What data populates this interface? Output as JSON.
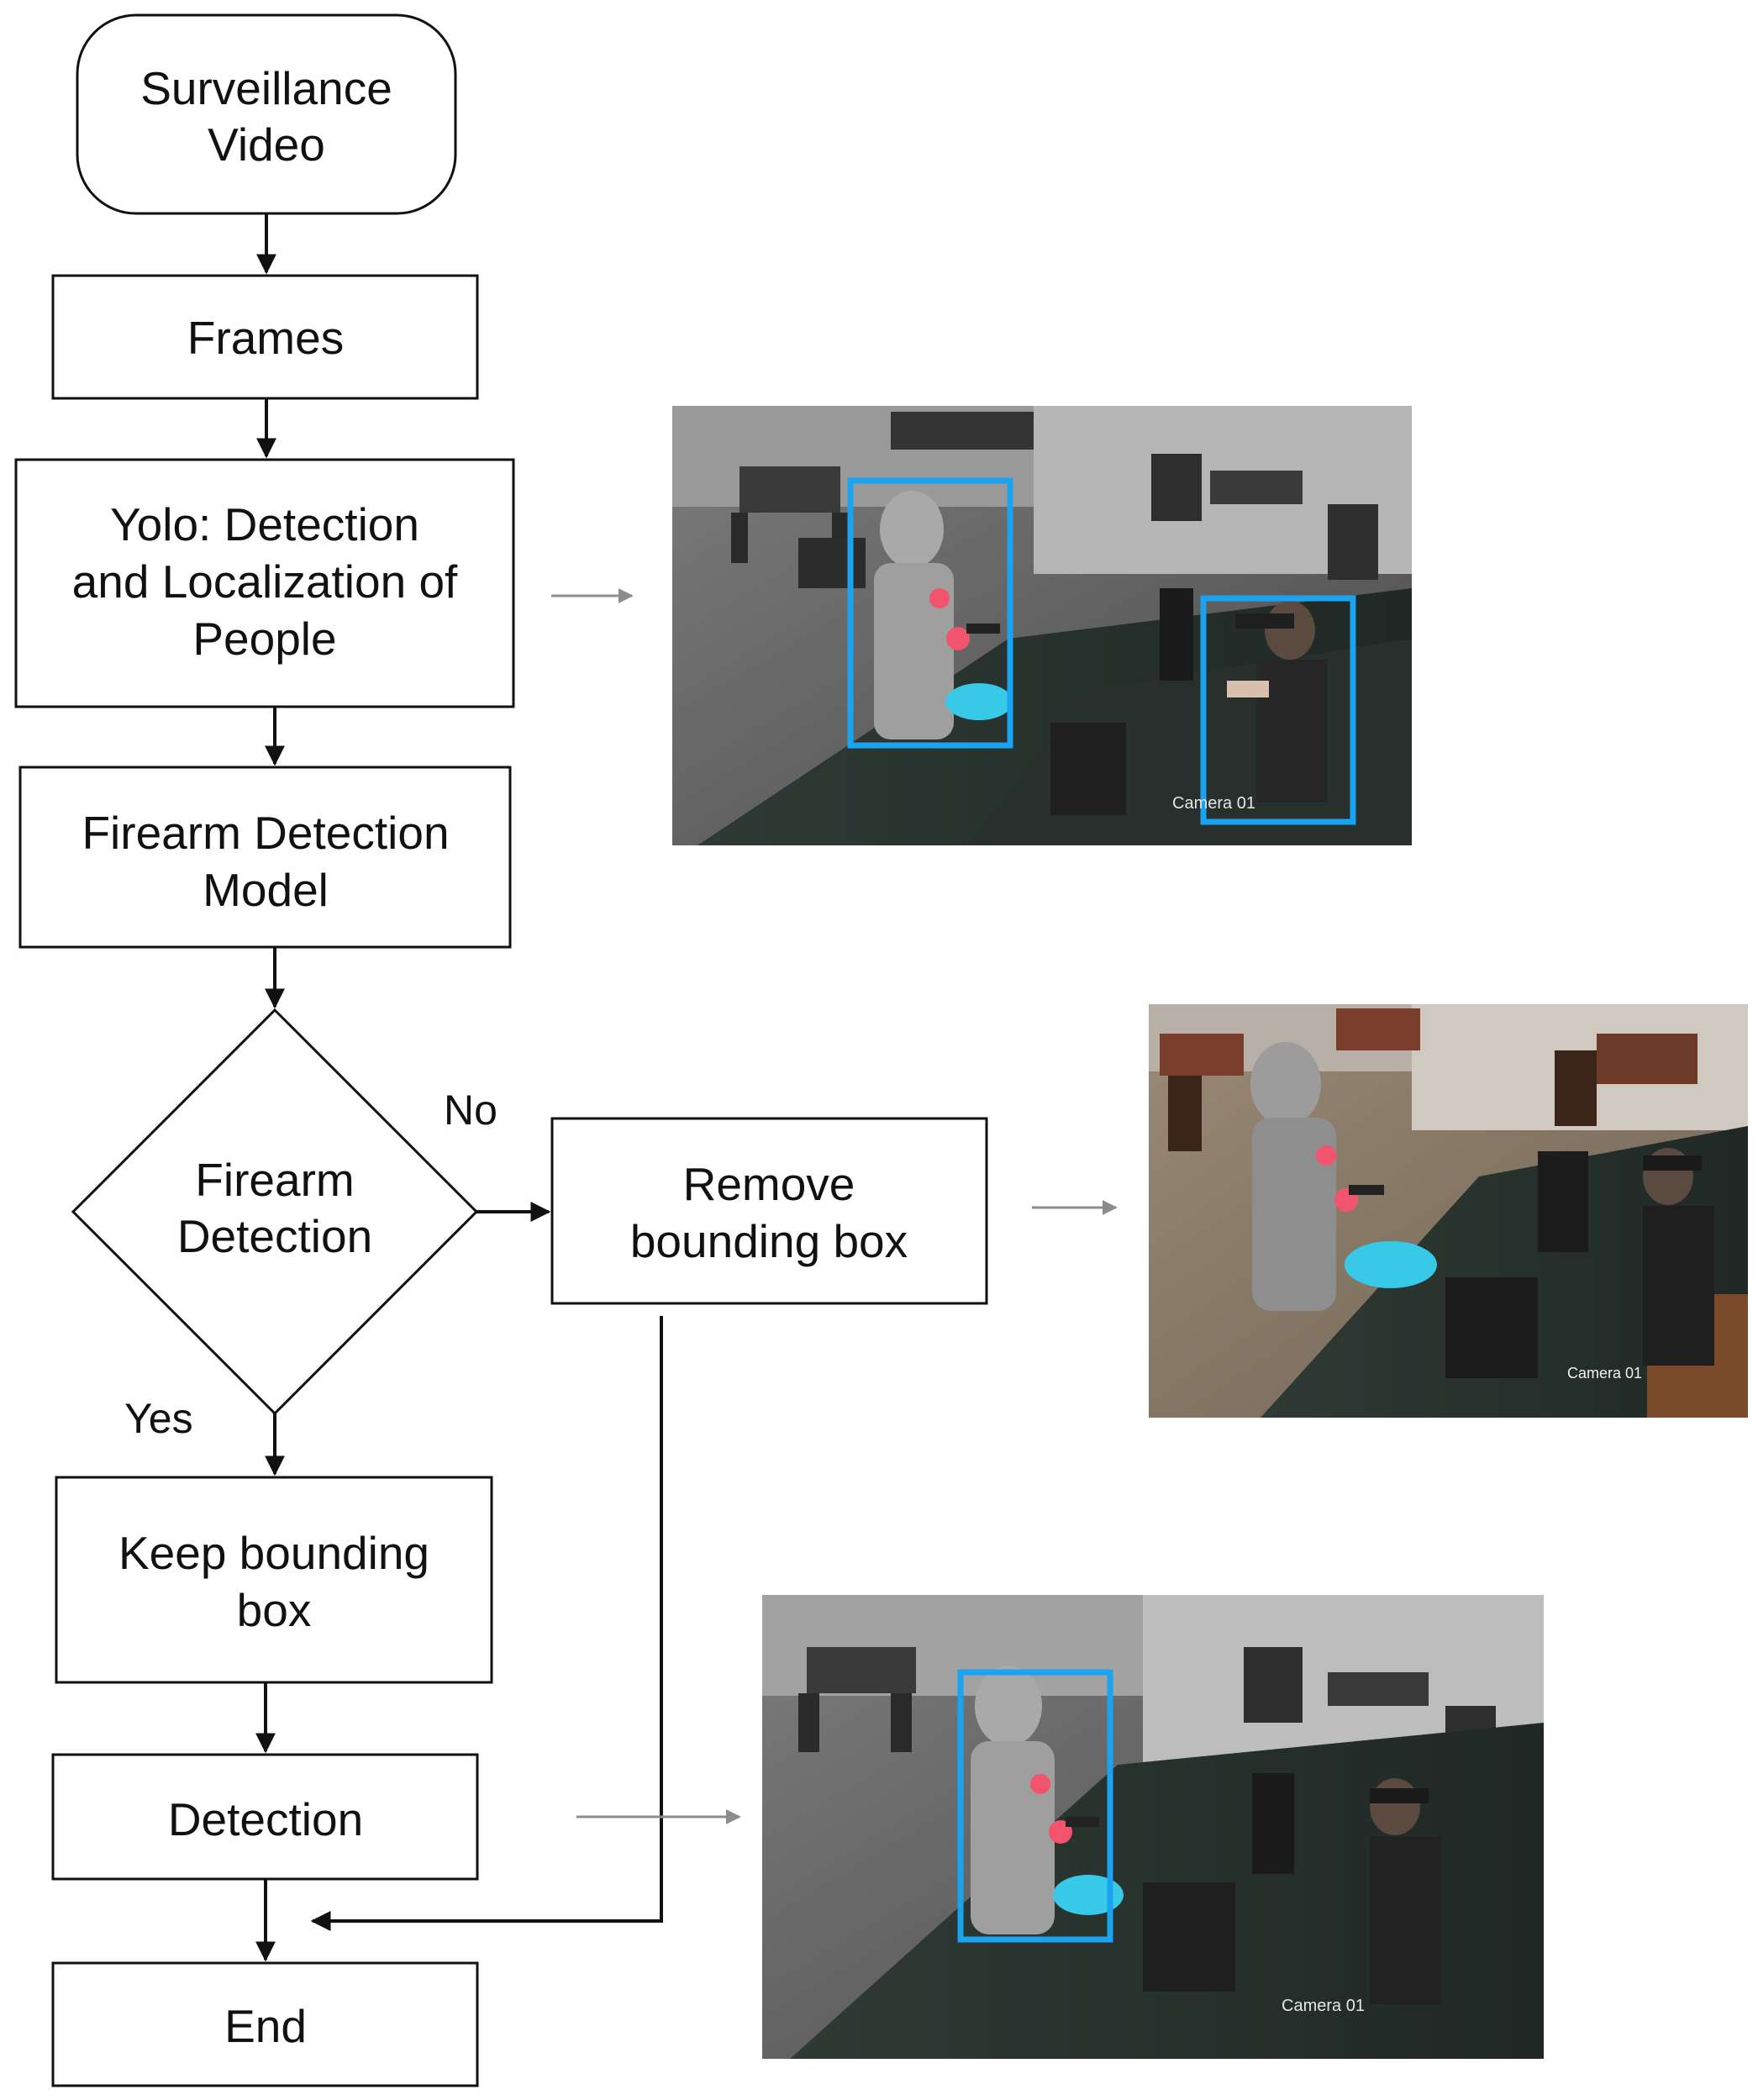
{
  "nodes": {
    "surveillance_video": [
      "Surveillance",
      "Video"
    ],
    "frames": [
      "Frames"
    ],
    "yolo": [
      "Yolo: Detection",
      "and Localization of",
      "People"
    ],
    "firearm_model": [
      "Firearm Detection",
      "Model"
    ],
    "firearm_decision": [
      "Firearm",
      "Detection"
    ],
    "remove_box": [
      "Remove",
      "bounding box"
    ],
    "keep_box": [
      "Keep bounding",
      "box"
    ],
    "detection": [
      "Detection"
    ],
    "end": [
      "End"
    ]
  },
  "edge_labels": {
    "no": "No",
    "yes": "Yes"
  },
  "frame_overlays": {
    "frame1_camera": "Camera 01",
    "frame2_camera": "Camera 01",
    "frame3_camera": "Camera 01"
  },
  "colors": {
    "stroke": "#111111",
    "arrow_gray": "#8c8c8c",
    "bbox_blue": "#19a3f0",
    "glove_pink": "#f2546e",
    "basin_cyan": "#38c8e8"
  }
}
